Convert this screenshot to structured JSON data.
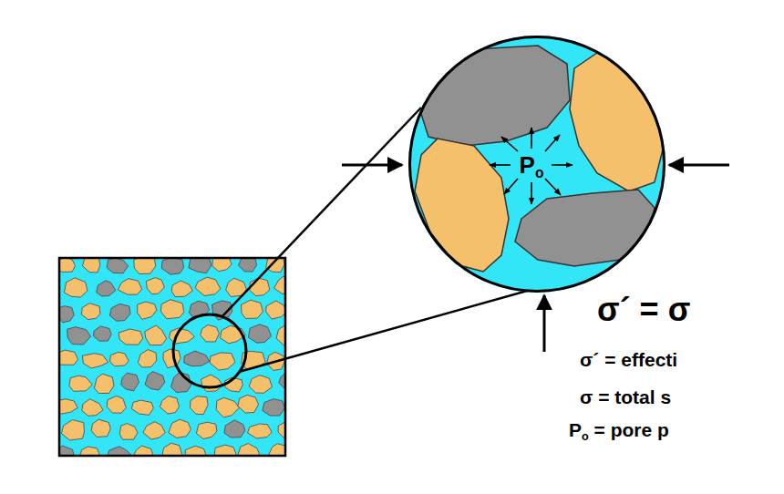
{
  "diagram": {
    "nodes": [
      {
        "text": [
          "Po"
        ]
      }
    ],
    "labels": [
      "σ´ = σ",
      "σ´ = effecti",
      "σ = total s",
      "Po = pore p"
    ]
  }
}
